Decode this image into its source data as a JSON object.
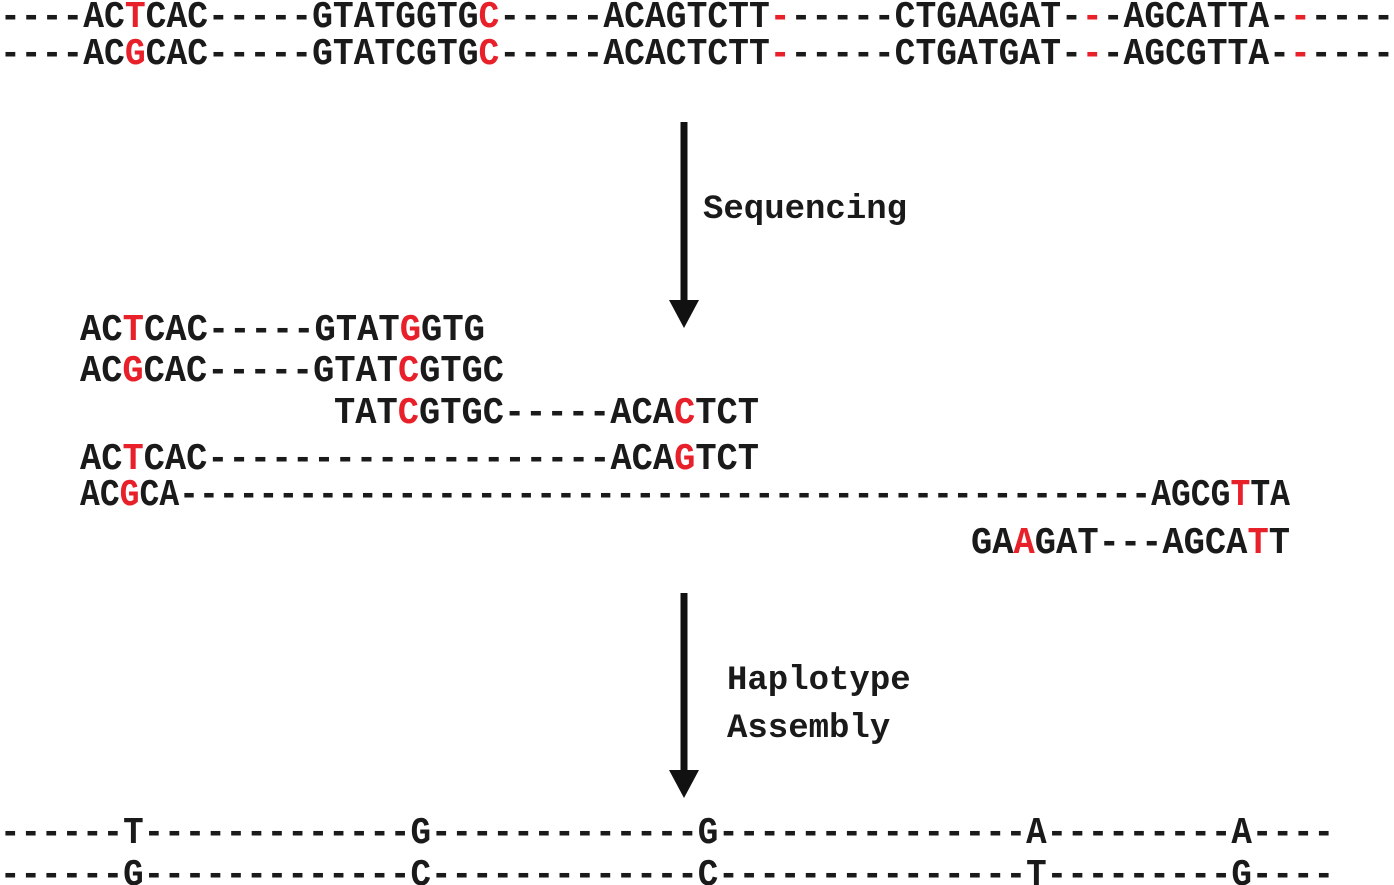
{
  "colors": {
    "text": "#1a1a1a",
    "snp": "#e8202a",
    "arrow": "#111111"
  },
  "haplotypes": [
    "----ACTCAC-----GTATGGTGC-----ACAGTCTT------CTGAAGAT---AGCATTA------",
    "----ACGCAC-----GTATCGTGC-----ACACTCTT------CTGATGAT---AGCGTTA------"
  ],
  "steps": {
    "sequencing": "Sequencing",
    "assembly_line1": "Haplotype",
    "assembly_line2": "Assembly"
  },
  "reads": [
    "ACTCAC-----GTATGGTG",
    "ACGCAC-----GTATCGTGC",
    "TATCGTGC-----ACACTCT",
    "ACTCAC-------------------ACAGTCT",
    "ACGCA-------------------------------------------------AGCGTTA",
    "GAAGAT---AGCATT"
  ],
  "assembled": [
    "------T-------------G-------------G---------------A---------A----",
    "------G-------------C-------------C---------------T---------G----"
  ]
}
